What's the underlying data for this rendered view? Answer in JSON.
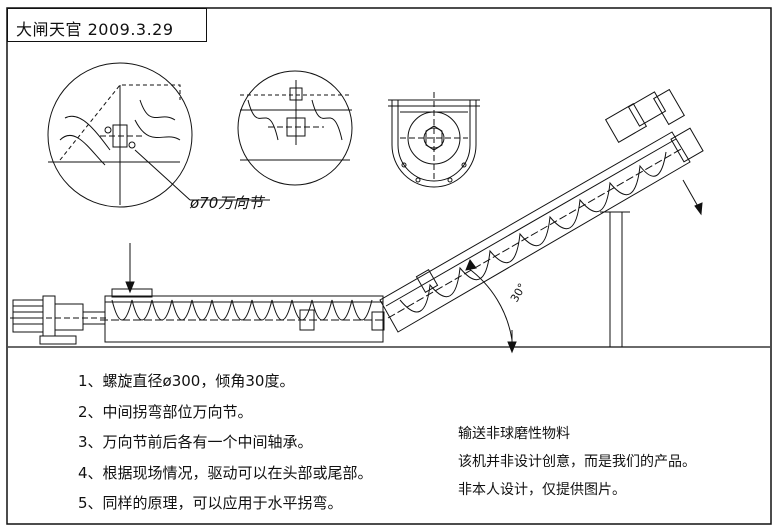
{
  "title": {
    "author": "大闸天官",
    "date": "2009.3.29"
  },
  "callout": {
    "label": "ø70万向节"
  },
  "angle_label": "30°",
  "notes": [
    "1、螺旋直径ø300，倾角30度。",
    "2、中间拐弯部位万向节。",
    "3、万向节前后各有一个中间轴承。",
    "4、根据现场情况，驱动可以在头部或尾部。",
    "5、同样的原理，可以应用于水平拐弯。"
  ],
  "remarks": [
    "输送非球磨性物料",
    "该机并非设计创意，而是我们的产品。",
    "非本人设计，仅提供图片。"
  ]
}
